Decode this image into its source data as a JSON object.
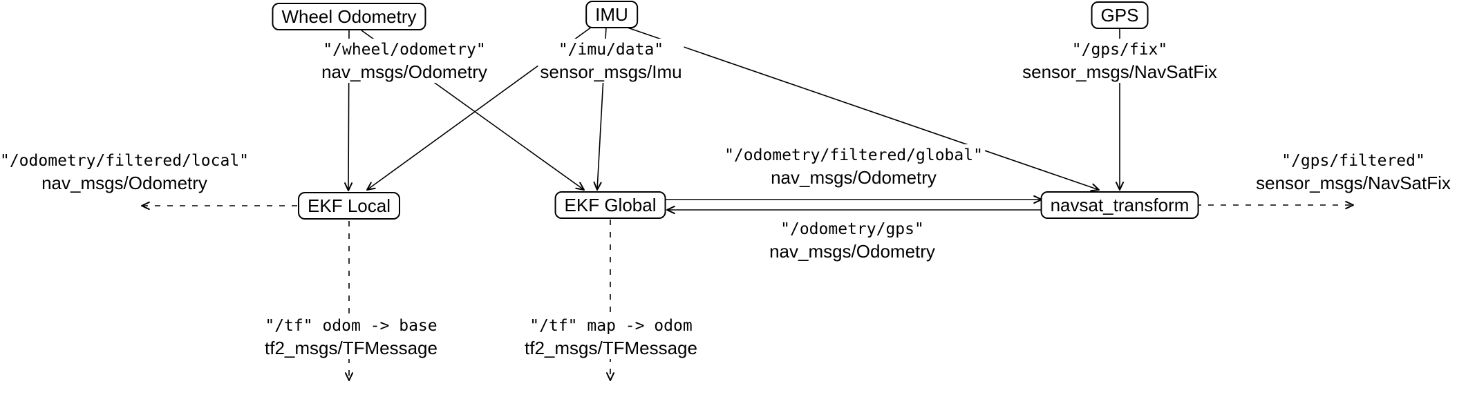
{
  "nodes": {
    "wheel_odometry": "Wheel Odometry",
    "imu": "IMU",
    "gps": "GPS",
    "ekf_local": "EKF Local",
    "ekf_global": "EKF Global",
    "navsat_transform": "navsat_transform"
  },
  "topics": {
    "wheel": {
      "name": "\"/wheel/odometry\"",
      "type": "nav_msgs/Odometry"
    },
    "imu": {
      "name": "\"/imu/data\"",
      "type": "sensor_msgs/Imu"
    },
    "gps": {
      "name": "\"/gps/fix\"",
      "type": "sensor_msgs/NavSatFix"
    },
    "odometry_filtered_local": {
      "name": "\"/odometry/filtered/local\"",
      "type": "nav_msgs/Odometry"
    },
    "odometry_filtered_global": {
      "name": "\"/odometry/filtered/global\"",
      "type": "nav_msgs/Odometry"
    },
    "odometry_gps": {
      "name": "\"/odometry/gps\"",
      "type": "nav_msgs/Odometry"
    },
    "gps_filtered": {
      "name": "\"/gps/filtered\"",
      "type": "sensor_msgs/NavSatFix"
    },
    "tf_odom_base": {
      "name": "\"/tf\" odom -> base",
      "type": "tf2_msgs/TFMessage"
    },
    "tf_map_odom": {
      "name": "\"/tf\" map -> odom",
      "type": "tf2_msgs/TFMessage"
    }
  },
  "edges": [
    {
      "from": "Wheel Odometry",
      "to": "EKF Local",
      "style": "solid"
    },
    {
      "from": "Wheel Odometry",
      "to": "EKF Global",
      "style": "solid"
    },
    {
      "from": "IMU",
      "to": "EKF Local",
      "style": "solid"
    },
    {
      "from": "IMU",
      "to": "EKF Global",
      "style": "solid"
    },
    {
      "from": "IMU",
      "to": "navsat_transform",
      "style": "solid"
    },
    {
      "from": "GPS",
      "to": "navsat_transform",
      "style": "solid"
    },
    {
      "from": "EKF Global",
      "to": "navsat_transform",
      "style": "solid"
    },
    {
      "from": "navsat_transform",
      "to": "EKF Global",
      "style": "solid"
    },
    {
      "from": "EKF Local",
      "to": "output-left",
      "style": "dashed"
    },
    {
      "from": "navsat_transform",
      "to": "output-right",
      "style": "dashed"
    },
    {
      "from": "EKF Local",
      "to": "output-down",
      "style": "dashed"
    },
    {
      "from": "EKF Global",
      "to": "output-down",
      "style": "dashed"
    }
  ],
  "colors": {
    "background": "#ffffff",
    "line": "#000000",
    "text": "#000000"
  }
}
